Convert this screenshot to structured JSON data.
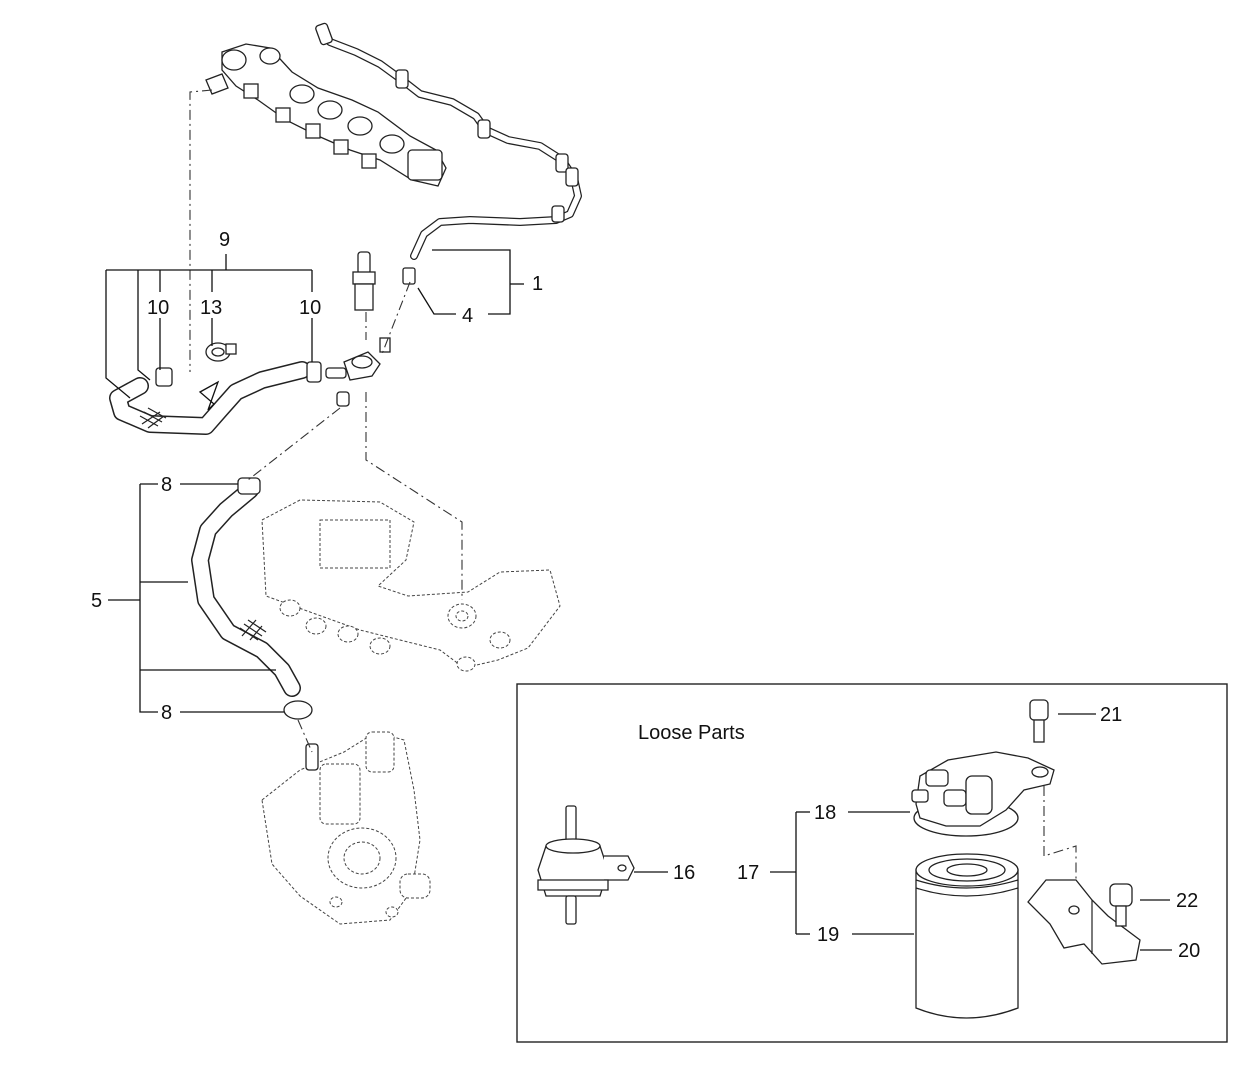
{
  "panel": {
    "title": "Loose Parts"
  },
  "callouts": {
    "c1": "1",
    "c4": "4",
    "c5": "5",
    "c8a": "8",
    "c8b": "8",
    "c9": "9",
    "c10a": "10",
    "c10b": "10",
    "c13": "13",
    "c16": "16",
    "c17": "17",
    "c18": "18",
    "c19": "19",
    "c20": "20",
    "c21": "21",
    "c22": "22"
  }
}
